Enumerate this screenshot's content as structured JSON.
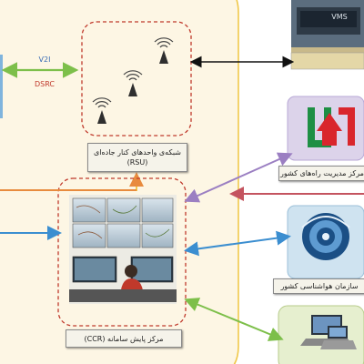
{
  "link_labels": {
    "v2i": "V2I",
    "dsrc": "DSRC"
  },
  "rsu_network": {
    "label_line1": "شبکه‌ی واحدهای کنار جاده‌ای",
    "label_line2": "(RSU)"
  },
  "control_center": {
    "label": "مرکز پایش سامانه (CCR)"
  },
  "vms": {
    "text": "VMS"
  },
  "road_management": {
    "label": "مرکز مدیریت راه‌های کشور"
  },
  "meteorology": {
    "label": "سازمان هواشناسی کشور"
  },
  "colors": {
    "zone_fill": "#fdf6e4",
    "zone_border": "#f0c84a",
    "dashed_frame": "#c0392b",
    "green_arrow": "#7dbf4a",
    "purple_arrow": "#9b7fc2",
    "blue_arrow": "#3b8ed0",
    "red_arrow": "#c4545f",
    "orange_arrow": "#e88b3e",
    "black_arrow": "#111111"
  }
}
